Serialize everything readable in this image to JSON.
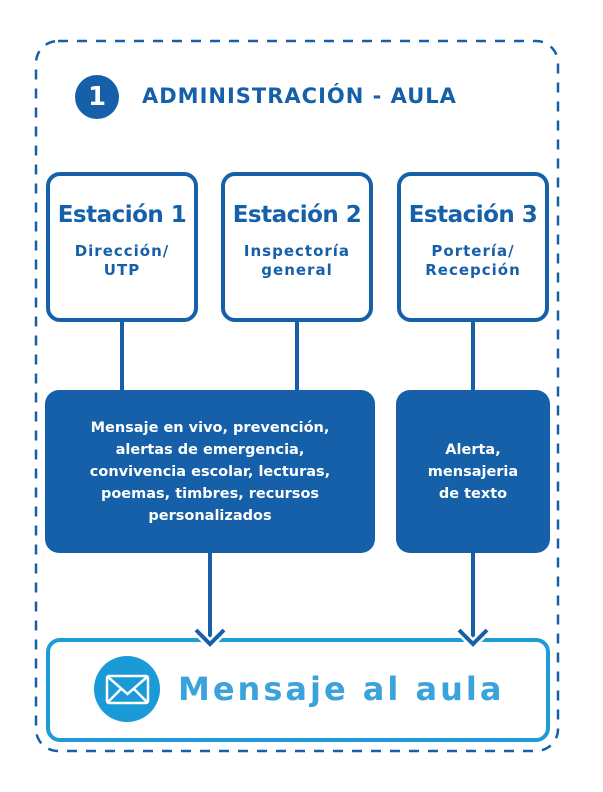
{
  "header": {
    "number": "1",
    "title": "ADMINISTRACIÓN - AULA"
  },
  "stations": [
    {
      "title": "Estación 1",
      "subtitle_lines": [
        "Dirección/",
        "UTP"
      ]
    },
    {
      "title": "Estación 2",
      "subtitle_lines": [
        "Inspectoría",
        "general"
      ]
    },
    {
      "title": "Estación 3",
      "subtitle_lines": [
        "Portería/",
        "Recepción"
      ]
    }
  ],
  "services": [
    {
      "lines": [
        "Mensaje en vivo, prevención,",
        "alertas de emergencia,",
        "convivencia escolar, lecturas,",
        "poemas, timbres, recursos",
        "personalizados"
      ]
    },
    {
      "lines": [
        "Alerta,",
        "mensajeria",
        "de texto"
      ]
    }
  ],
  "output": {
    "label": "Mensaje al aula",
    "icon": "envelope-icon"
  },
  "colors": {
    "dark_blue": "#1560a8",
    "light_blue": "#1e9cd8"
  }
}
